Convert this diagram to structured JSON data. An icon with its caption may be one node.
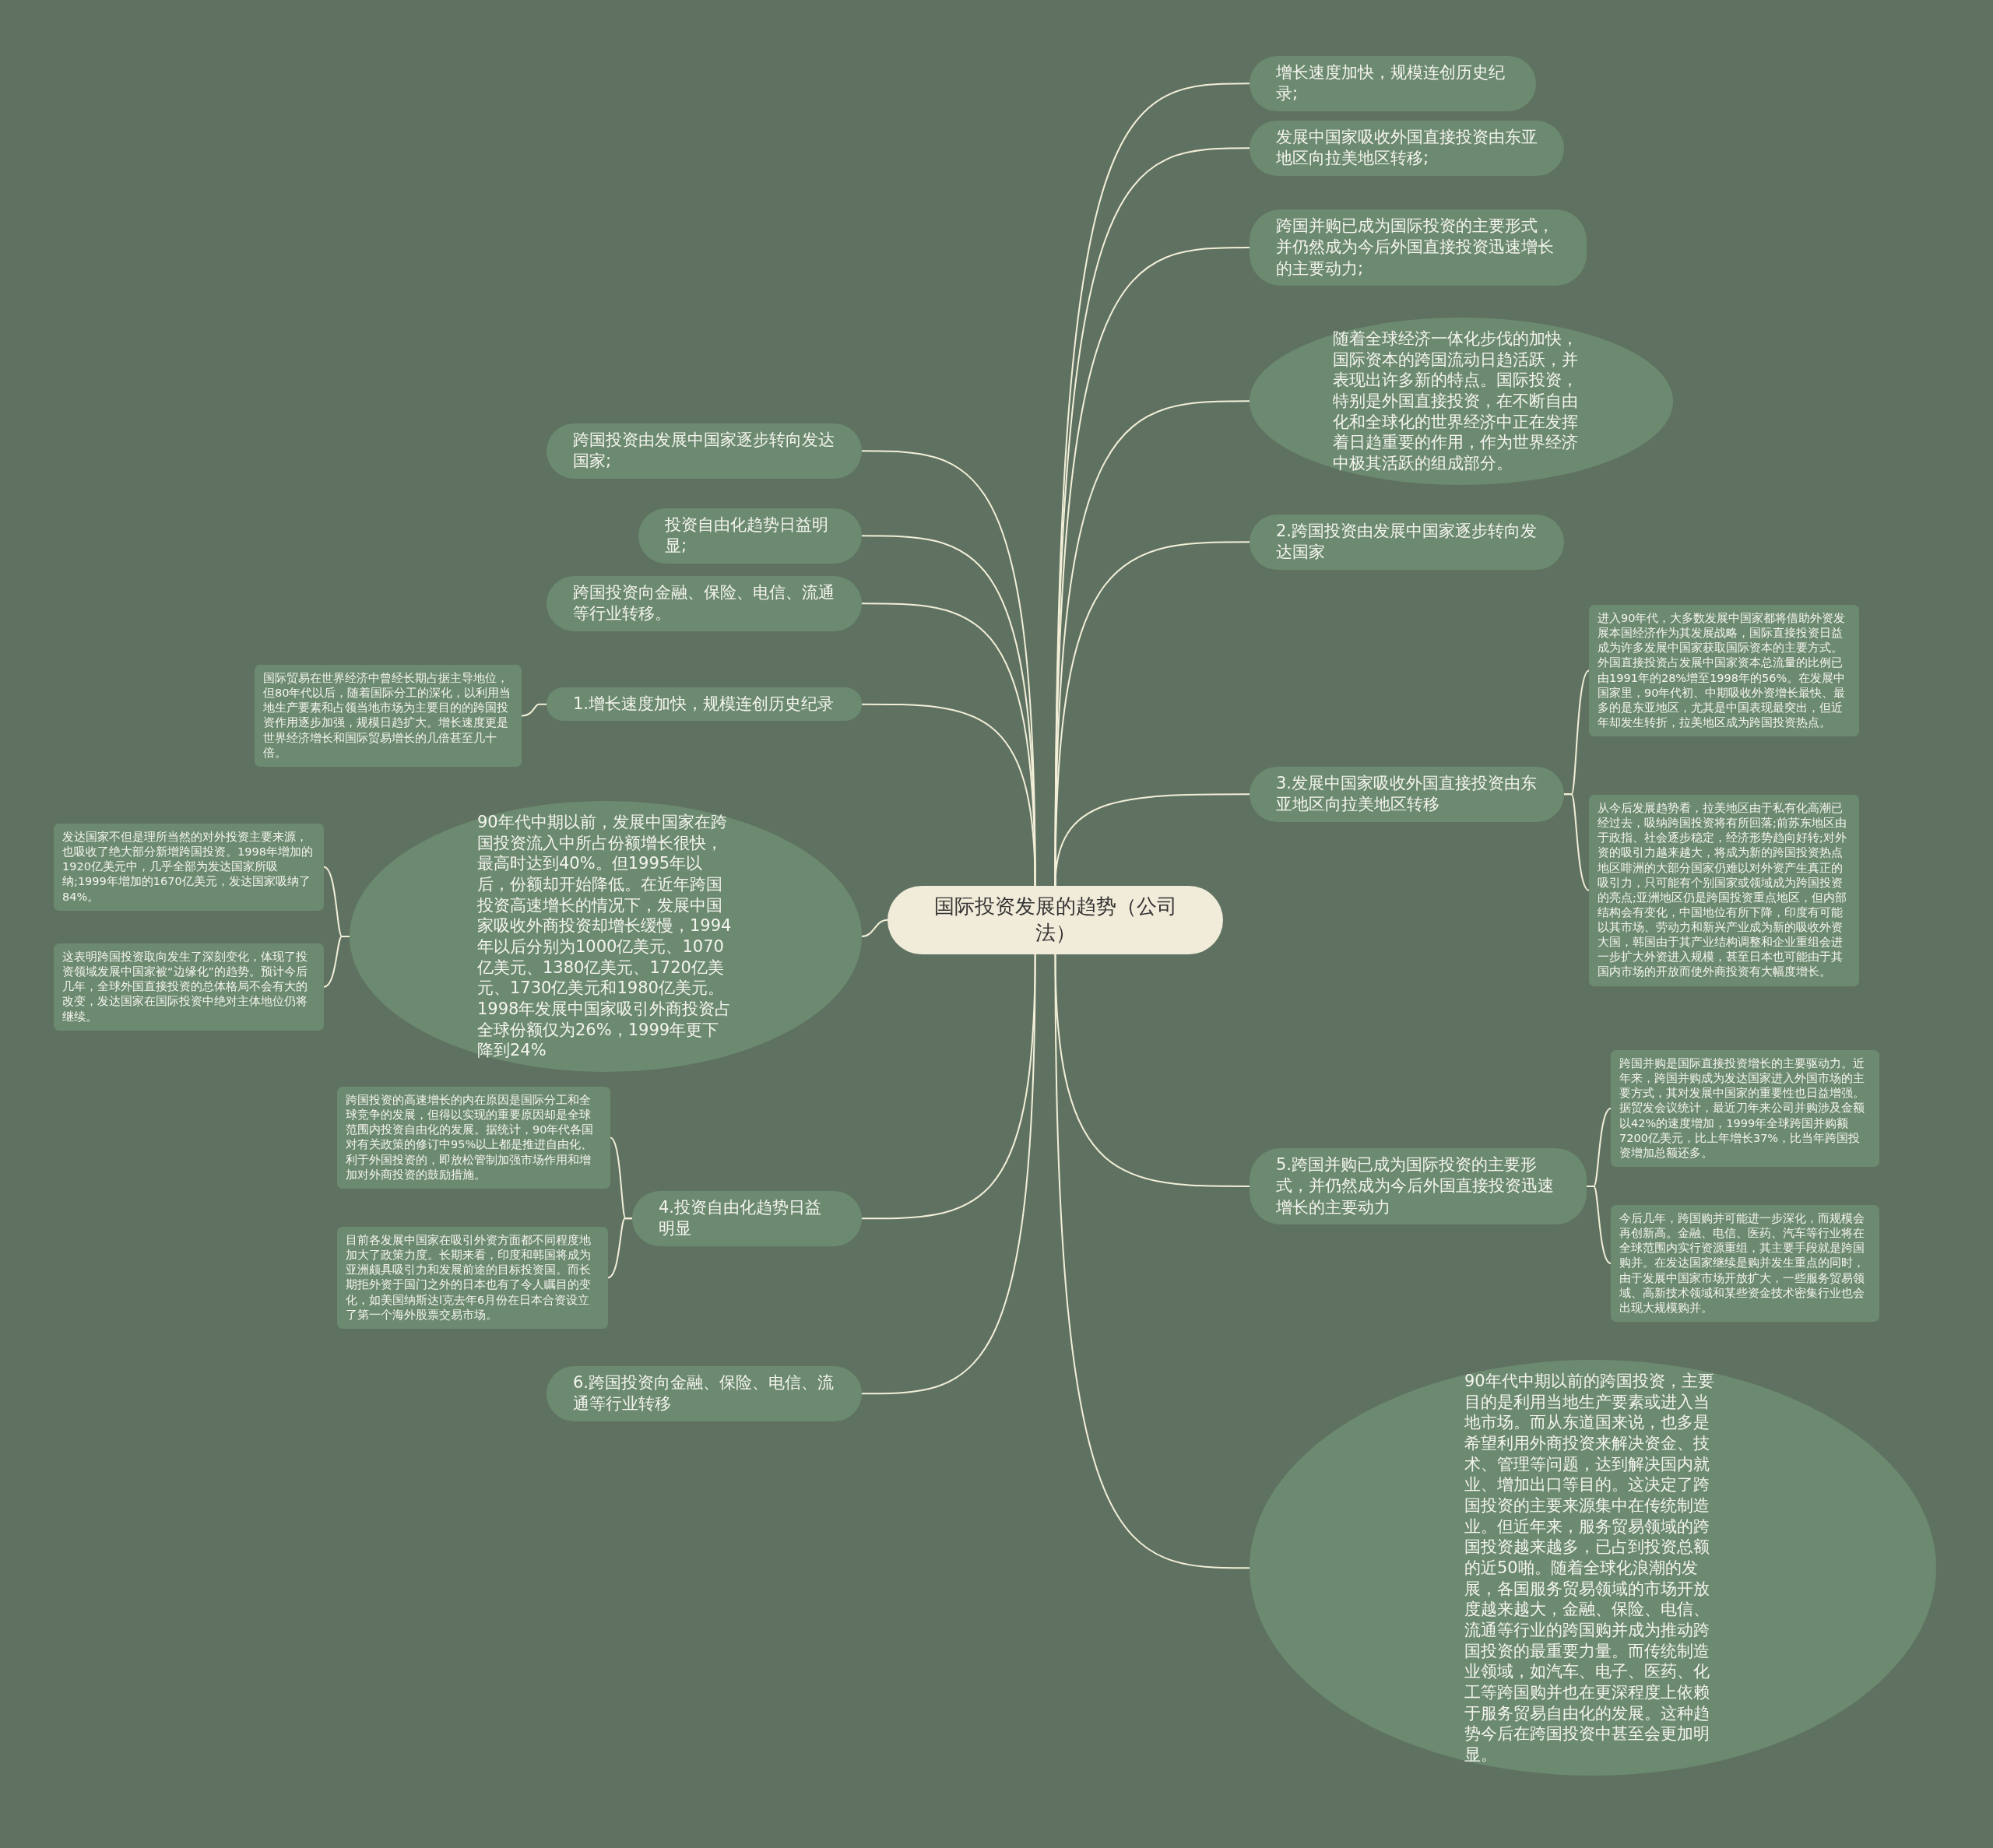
{
  "diagram": {
    "nodes": [
      {
        "text": [
          "国际投资发展的趋势（公司法）"
        ]
      },
      {
        "text": [
          "增长速度加快，规模连创历史纪录;"
        ]
      },
      {
        "text": [
          "发展中国家吸收外国直接投资由东亚地区向拉美地区转移;"
        ]
      },
      {
        "text": [
          "跨国并购已成为国际投资的主要形式，并仍然成为今后外国直接投资迅速增长的主要动力;"
        ]
      },
      {
        "text": [
          "随着全球经济一体化步伐的加快，国际资本的跨国流动日趋活跃，并表现出许多新的特点。国际投资，特别是外国直接投资，在不断自由化和全球化的世界经济中正在发挥着日趋重要的作用，作为世界经济中极其活跃的组成部分。"
        ]
      },
      {
        "text": [
          "2.跨国投资由发展中国家逐步转向发达国家"
        ]
      },
      {
        "text": [
          "3.发展中国家吸收外国直接投资由东亚地区向拉美地区转移"
        ]
      },
      {
        "text": [
          "进入90年代，大多数发展中国家都将借助外资发展本国经济作为其发展战略，国际直接投资日益成为许多发展中国家获取国际资本的主要方式。外国直接投资占发展中国家资本总流量的比例已由1991年的28%增至1998年的56%。在发展中国家里，90年代初、中期吸收外资增长最快、最多的是东亚地区，尤其是中国表现最突出，但近年却发生转折，拉美地区成为跨国投资热点。"
        ]
      },
      {
        "text": [
          "从今后发展趋势看，拉美地区由于私有化高潮已经过去，吸纳跨国投资将有所回落;前苏东地区由于政指、社会逐步稳定，经济形势趋向好转;对外资的吸引力越来越大，将成为新的跨国投资热点地区啡洲的大部分国家仍难以对外资产生真正的吸引力，只可能有个别国家或领域成为跨国投资的亮点;亚洲地区仍是跨国投资重点地区，但内部结构会有变化，中国地位有所下降，印度有可能以其市场、劳动力和新兴产业成为新的吸收外资大国，韩国由于其产业结构调整和企业重组会进一步扩大外资进入规模，甚至日本也可能由于其国内市场的开放而使外商投资有大幅度增长。"
        ]
      },
      {
        "text": [
          "5.跨国并购已成为国际投资的主要形式，并仍然成为今后外国直接投资迅速增长的主要动力"
        ]
      },
      {
        "text": [
          "跨国并购是国际直接投资增长的主要驱动力。近年来，跨国并购成为发达国家进入外国市场的主要方式，其对发展中国家的重要性也日益增强。据贸发会议统计，最近刀年来公司并购涉及金额以42%的速度增加，1999年全球跨国并购额7200亿美元，比上年增长37%，比当年跨国投资增加总额还多。"
        ]
      },
      {
        "text": [
          "今后几年，跨国购并可能进一步深化，而规模会再创新高。金融、电信、医药、汽车等行业将在全球范围内实行资源重组，其主要手段就是跨国购并。在发达国家继续是购并发生重点的同时，由于发展中国家市场开放扩大，一些服务贸易领域、高新技术领域和某些资金技术密集行业也会出现大规模购并。"
        ]
      },
      {
        "text": [
          "90年代中期以前的跨国投资，主要目的是利用当地生产要素或进入当地市场。而从东道国来说，也多是希望利用外商投资来解决资金、技术、管理等问题，达到解决国内就业、增加出口等目的。这决定了跨国投资的主要来源集中在传统制造业。但近年来，服务贸易领域的跨国投资越来越多，已占到投资总额的近50啪。随着全球化浪潮的发展，各国服务贸易领域的市场开放度越来越大，金融、保险、电信、流通等行业的跨国购并成为推动跨国投资的最重要力量。而传统制造业领域，如汽车、电子、医药、化工等跨国购并也在更深程度上依赖于服务贸易自由化的发展。这种趋势今后在跨国投资中甚至会更加明显。"
        ]
      },
      {
        "text": [
          "跨国投资由发展中国家逐步转向发达国家;"
        ]
      },
      {
        "text": [
          "投资自由化趋势日益明显;"
        ]
      },
      {
        "text": [
          "跨国投资向金融、保险、电信、流通等行业转移。"
        ]
      },
      {
        "text": [
          "1.增长速度加快，规模连创历史纪录"
        ]
      },
      {
        "text": [
          "国际贸易在世界经济中曾经长期占据主导地位，但80年代以后，随着国际分工的深化，以利用当地生产要素和占领当地市场为主要目的的跨国投资作用逐步加强，规模日趋扩大。增长速度更是世界经济增长和国际贸易增长的几倍甚至几十倍。"
        ]
      },
      {
        "text": [
          "90年代中期以前，发展中国家在跨国投资流入中所占份额增长很快，最高时达到40%。但1995年以后，份额却开始降低。在近年跨国投资高速增长的情况下，发展中国家吸收外商投资却增长缓慢，1994年以后分别为1000亿美元、1070亿美元、1380亿美元、1720亿美元、1730亿美元和1980亿美元。1998年发展中国家吸引外商投资占全球份额仅为26%，1999年更下降到24%"
        ]
      },
      {
        "text": [
          "发达国家不但是理所当然的对外投资主要来源，也吸收了绝大部分新增跨国投资。1998年增加的1920亿美元中，几乎全部为发达国家所吸纳;1999年增加的1670亿美元，发达国家吸纳了84%。"
        ]
      },
      {
        "text": [
          "这表明跨国投资取向发生了深刻变化，体现了投资领域发展中国家被“边缘化”的趋势。预计今后几年，全球外国直接投资的总体格局不会有大的改变，发达国家在国际投资中绝对主体地位仍将继续。"
        ]
      },
      {
        "text": [
          "4.投资自由化趋势日益明显"
        ]
      },
      {
        "text": [
          "跨国投资的高速增长的内在原因是国际分工和全球竞争的发展，但得以实现的重要原因却是全球范围内投资自由化的发展。据统计，90年代各国对有关政策的修订中95%以上都是推进自由化、利于外国投资的，即放松管制加强市场作用和增加对外商投资的鼓励措施。"
        ]
      },
      {
        "text": [
          "目前各发展中国家在吸引外资方面都不同程度地加大了政策力度。长期来看，印度和韩国将成为亚洲颇具吸引力和发展前途的目标投资国。而长期拒外资于国门之外的日本也有了令人瞩目的变化，如美国纳斯达l克去年6月份在日本合资设立了第一个海外股票交易市场。"
        ]
      },
      {
        "text": [
          "6.跨国投资向金融、保险、电信、流通等行业转移"
        ]
      }
    ],
    "edges": [
      {
        "from": 0,
        "to": 1,
        "arrow": "none"
      },
      {
        "from": 0,
        "to": 2,
        "arrow": "none"
      },
      {
        "from": 0,
        "to": 3,
        "arrow": "none"
      },
      {
        "from": 0,
        "to": 4,
        "arrow": "none"
      },
      {
        "from": 0,
        "to": 5,
        "arrow": "none"
      },
      {
        "from": 0,
        "to": 6,
        "arrow": "none"
      },
      {
        "from": 6,
        "to": 7,
        "arrow": "none"
      },
      {
        "from": 6,
        "to": 8,
        "arrow": "none"
      },
      {
        "from": 0,
        "to": 9,
        "arrow": "none"
      },
      {
        "from": 9,
        "to": 10,
        "arrow": "none"
      },
      {
        "from": 9,
        "to": 11,
        "arrow": "none"
      },
      {
        "from": 0,
        "to": 12,
        "arrow": "none"
      },
      {
        "from": 0,
        "to": 13,
        "arrow": "none"
      },
      {
        "from": 0,
        "to": 14,
        "arrow": "none"
      },
      {
        "from": 0,
        "to": 15,
        "arrow": "none"
      },
      {
        "from": 0,
        "to": 16,
        "arrow": "none"
      },
      {
        "from": 16,
        "to": 17,
        "arrow": "none"
      },
      {
        "from": 0,
        "to": 18,
        "arrow": "none"
      },
      {
        "from": 18,
        "to": 19,
        "arrow": "none"
      },
      {
        "from": 18,
        "to": 20,
        "arrow": "none"
      },
      {
        "from": 0,
        "to": 21,
        "arrow": "none"
      },
      {
        "from": 21,
        "to": 22,
        "arrow": "none"
      },
      {
        "from": 21,
        "to": 23,
        "arrow": "none"
      },
      {
        "from": 0,
        "to": 24,
        "arrow": "none"
      }
    ]
  }
}
